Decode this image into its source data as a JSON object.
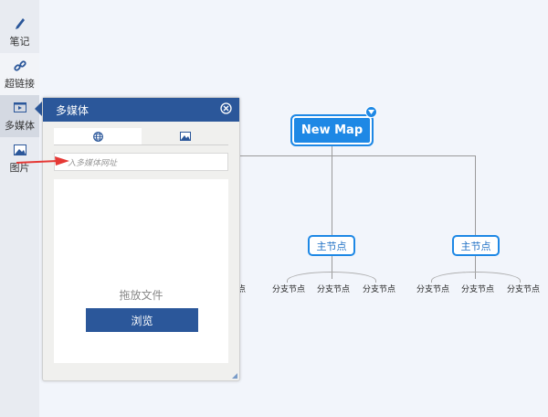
{
  "sidebar": {
    "items": [
      {
        "label": "笔记",
        "icon": "pencil-icon"
      },
      {
        "label": "超链接",
        "icon": "link-icon"
      },
      {
        "label": "多媒体",
        "icon": "media-icon",
        "active": true
      },
      {
        "label": "图片",
        "icon": "image-icon"
      }
    ]
  },
  "panel": {
    "title": "多媒体",
    "close_icon": "close-circle-icon",
    "tabs": [
      {
        "icon": "globe-icon",
        "active": true
      },
      {
        "icon": "image-icon",
        "active": false
      }
    ],
    "url_placeholder": "入多媒体网址",
    "drop_label": "拖放文件",
    "browse_label": "浏览"
  },
  "mindmap": {
    "root": "New Map",
    "main_nodes": [
      {
        "label": "主节点",
        "children": [
          "分支节点",
          "分支节点",
          "分支节点"
        ]
      },
      {
        "label": "主节点",
        "children": [
          "分支节点",
          "分支节点",
          "分支节点"
        ]
      }
    ],
    "partial_left_child": "点"
  },
  "colors": {
    "accent": "#1e88e5",
    "panel_header": "#2b579a",
    "arrow": "#e53935"
  }
}
